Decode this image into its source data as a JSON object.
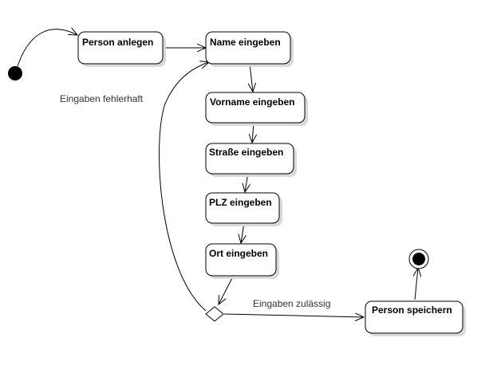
{
  "diagram": {
    "nodes": {
      "person_anlegen": "Person anlegen",
      "name_eingeben": "Name eingeben",
      "vorname_eingeben": "Vorname eingeben",
      "strasse_eingeben": "Straße eingeben",
      "plz_eingeben": "PLZ eingeben",
      "ort_eingeben": "Ort eingeben",
      "person_speichern": "Person speichern"
    },
    "guards": {
      "fehlerhaft": "Eingaben fehlerhaft",
      "zulaessig": "Eingaben zulässig"
    }
  }
}
